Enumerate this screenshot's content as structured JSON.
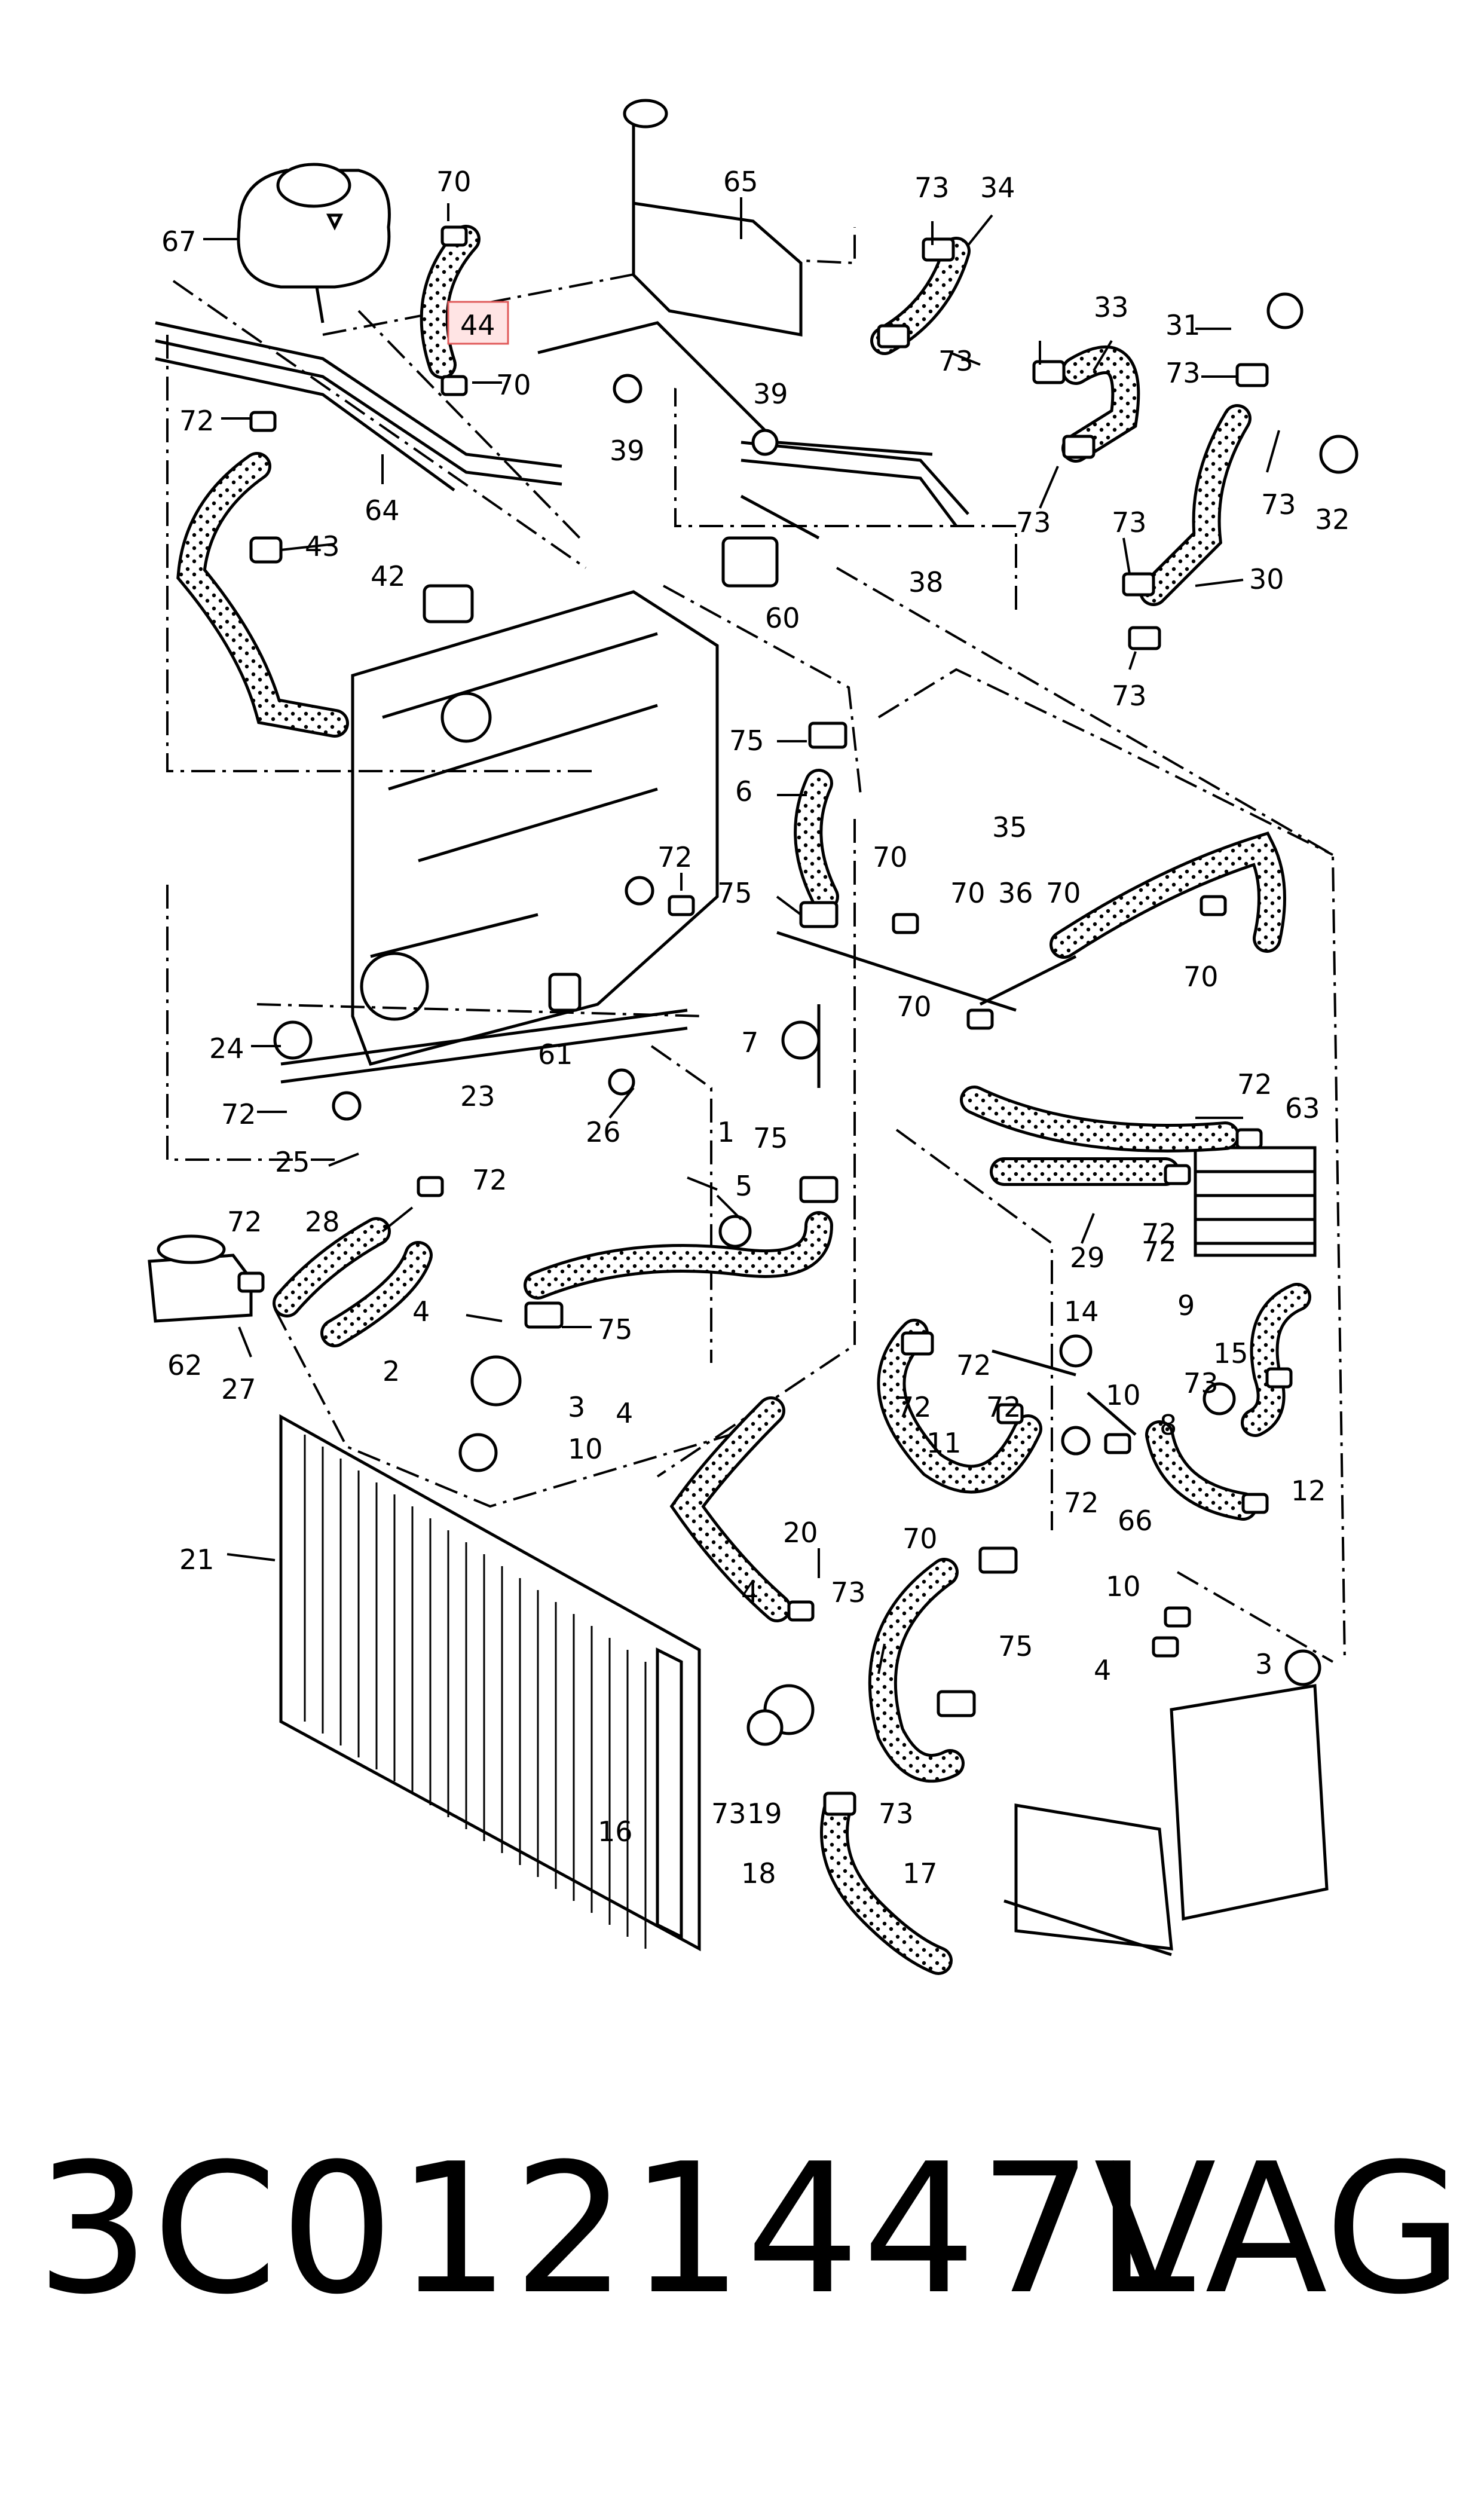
{
  "callouts": [
    "70",
    "44",
    "70",
    "67",
    "72",
    "64",
    "43",
    "42",
    "65",
    "73",
    "34",
    "73",
    "33",
    "39",
    "39",
    "31",
    "73",
    "73",
    "32",
    "73",
    "73",
    "30",
    "73",
    "38",
    "60",
    "75",
    "6",
    "72",
    "75",
    "35",
    "70",
    "70",
    "36",
    "70",
    "70",
    "70",
    "7",
    "61",
    "24",
    "23",
    "72",
    "25",
    "26",
    "72",
    "1",
    "75",
    "5",
    "72",
    "63",
    "28",
    "72",
    "29",
    "72",
    "4",
    "75",
    "62",
    "72",
    "27",
    "2",
    "4",
    "3",
    "10",
    "14",
    "9",
    "72",
    "72",
    "10",
    "73",
    "72",
    "15",
    "8",
    "11",
    "72",
    "12",
    "66",
    "21",
    "20",
    "70",
    "73",
    "4",
    "75",
    "73",
    "10",
    "4",
    "3",
    "73",
    "19",
    "18",
    "17",
    "16"
  ],
  "highlighted_callout": "44",
  "footer": {
    "part_number": "3C0121447L",
    "brand": "VAG"
  }
}
